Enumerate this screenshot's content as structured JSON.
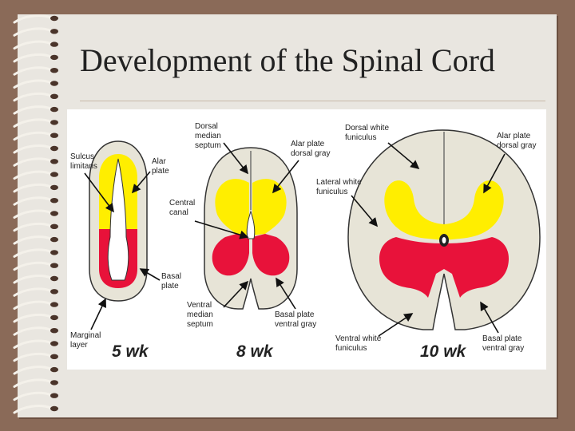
{
  "slide": {
    "title": "Development of the Spinal Cord",
    "colors": {
      "background": "#8a6a58",
      "page": "#e9e6e0",
      "alar_plate": "#ffee00",
      "basal_plate": "#e8123a",
      "white_matter": "#e7e4d7"
    }
  },
  "figure": {
    "stages": [
      {
        "age": "5 wk",
        "labels": {
          "sulcus_limitans": [
            "Sulcus",
            "limitans"
          ],
          "alar_plate": [
            "Alar",
            "plate"
          ],
          "basal_plate": [
            "Basal",
            "plate"
          ],
          "marginal_layer": [
            "Marginal",
            "layer"
          ]
        }
      },
      {
        "age": "8 wk",
        "labels": {
          "dorsal_median_septum": [
            "Dorsal",
            "median",
            "septum"
          ],
          "central_canal": [
            "Central",
            "canal"
          ],
          "alar_plate_dorsal_gray": [
            "Alar plate",
            "dorsal gray"
          ],
          "ventral_median_septum": [
            "Ventral",
            "median",
            "septum"
          ],
          "basal_plate_ventral_gray": [
            "Basal plate",
            "ventral gray"
          ]
        }
      },
      {
        "age": "10 wk",
        "labels": {
          "dorsal_white_funiculus": [
            "Dorsal white",
            "funiculus"
          ],
          "alar_plate_dorsal_gray": [
            "Alar plate",
            "dorsal gray"
          ],
          "lateral_white_funiculus": [
            "Lateral white",
            "funiculus"
          ],
          "ventral_white_funiculus": [
            "Ventral white",
            "funiculus"
          ],
          "basal_plate_ventral_gray": [
            "Basal plate",
            "ventral gray"
          ]
        }
      }
    ]
  }
}
